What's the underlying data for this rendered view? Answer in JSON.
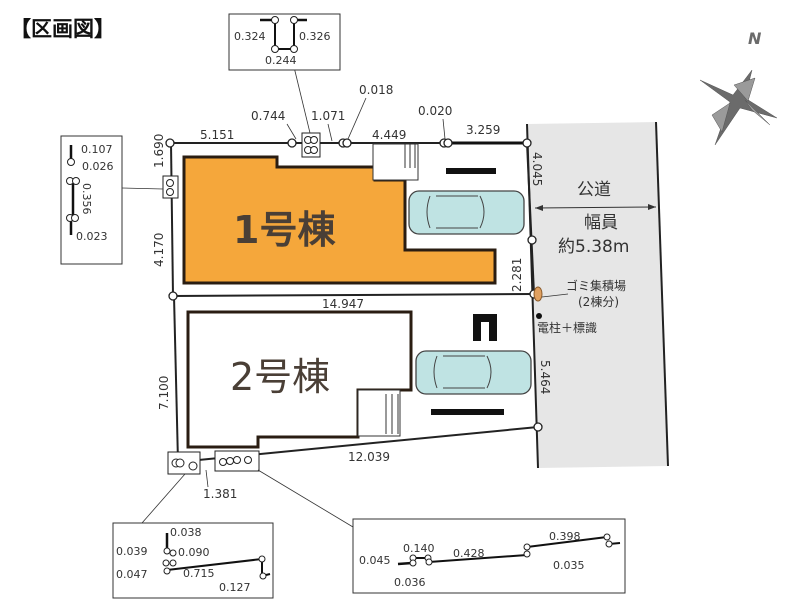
{
  "title": "【区画図】",
  "compass": {
    "label": "N",
    "color": "#6b6b6b"
  },
  "buildings": [
    {
      "label": "1号棟",
      "fill": "#f5a73b"
    },
    {
      "label": "2号棟",
      "fill": "#ffffff"
    }
  ],
  "road": {
    "label": "公道",
    "width_label": "幅員",
    "width_value": "約5.38m",
    "fill": "#e6e6e6"
  },
  "notes": {
    "garbage": "ゴミ集積場",
    "garbage_sub": "(2棟分)",
    "pole": "電柱＋標識"
  },
  "dimensions": {
    "top_5151": "5.151",
    "top_0744": "0.744",
    "top_1071": "1.071",
    "top_0018": "0.018",
    "top_4449": "4.449",
    "top_0020": "0.020",
    "top_3259": "3.259",
    "left_1690": "1.690",
    "left_4170": "4.170",
    "right_4045": "4.045",
    "right_2281": "2.281",
    "middle_14947": "14.947",
    "left_7100": "7.100",
    "right_5464": "5.464",
    "bottom_12039": "12.039",
    "bottom_1381": "1.381"
  },
  "detail_top": {
    "a": "0.324",
    "b": "0.326",
    "c": "0.244"
  },
  "detail_left": {
    "a": "0.107",
    "b": "0.026",
    "c": "0.356",
    "d": "0.023"
  },
  "detail_bottom_left": {
    "a": "0.038",
    "b": "0.039",
    "c": "0.090",
    "d": "0.047",
    "e": "0.715",
    "f": "0.127"
  },
  "detail_bottom_right": {
    "a": "0.140",
    "b": "0.045",
    "c": "0.428",
    "d": "0.036",
    "e": "0.398",
    "f": "0.035"
  }
}
